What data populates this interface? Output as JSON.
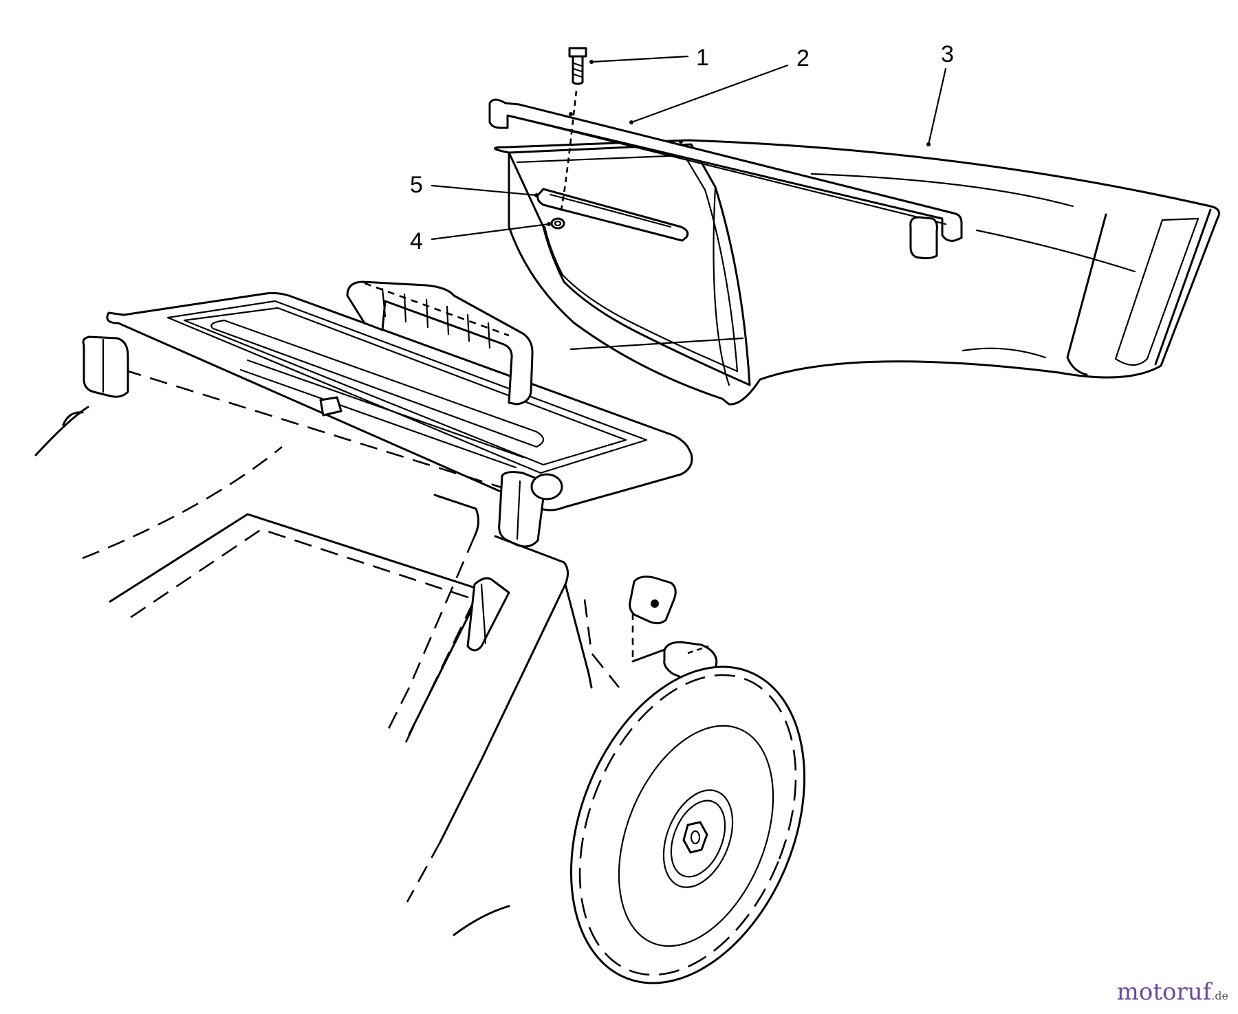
{
  "callouts": [
    {
      "number": "1",
      "part": "bolt"
    },
    {
      "number": "2",
      "part": "bracket rod"
    },
    {
      "number": "3",
      "part": "side discharge chute"
    },
    {
      "number": "4",
      "part": "nut"
    },
    {
      "number": "5",
      "part": "support plate"
    }
  ],
  "watermark": {
    "text": "motoruf",
    "suffix": ".de"
  },
  "colors": {
    "line": "#000000",
    "background": "#ffffff"
  }
}
